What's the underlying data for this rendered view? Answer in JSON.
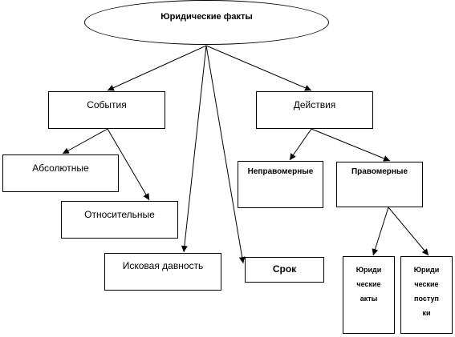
{
  "diagram": {
    "root": "Юридические факты",
    "events": "События",
    "actions": "Действия",
    "absolute": "Абсолютные",
    "relative": "Относительные",
    "limitation": "Исковая давность",
    "term": "Срок",
    "unlawful": "Неправомерные",
    "lawful": "Правомерные",
    "legal_acts": [
      "Юриди",
      "ческие",
      "акты"
    ],
    "legal_deeds": [
      "Юриди",
      "ческие",
      "поступ",
      "ки"
    ]
  }
}
